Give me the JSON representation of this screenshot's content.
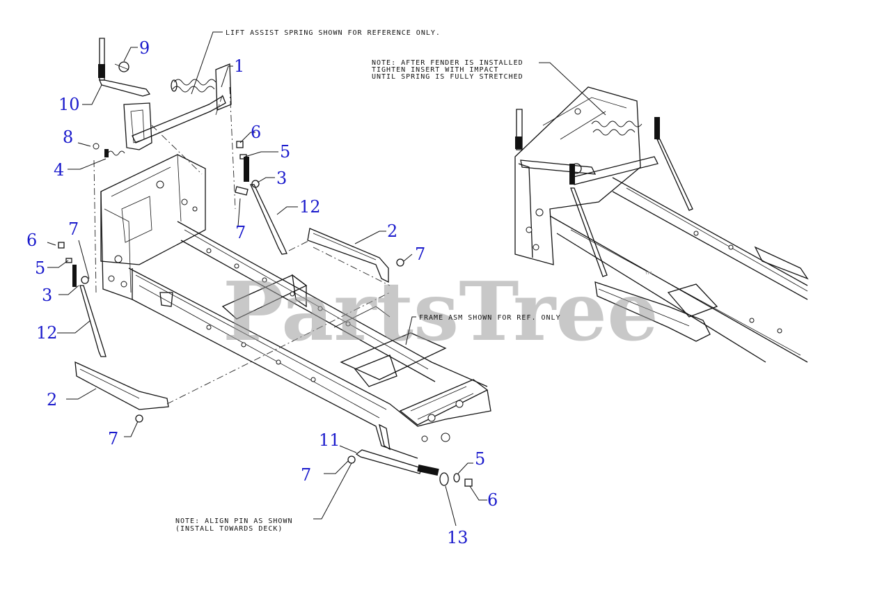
{
  "watermark": {
    "text": "PartsTree",
    "trademark": "™"
  },
  "notes": {
    "lift_assist": "LIFT ASSIST SPRING SHOWN FOR REFERENCE ONLY.",
    "fender_line1": "NOTE: AFTER FENDER IS INSTALLED",
    "fender_line2": "TIGHTEN INSERT WITH IMPACT",
    "fender_line3": "UNTIL SPRING IS FULLY STRETCHED",
    "frame": "FRAME ASM SHOWN FOR REF. ONLY",
    "align_line1": "NOTE: ALIGN PIN AS SHOWN",
    "align_line2": "(INSTALL TOWARDS DECK)"
  },
  "callouts": {
    "c1": "1",
    "c2a": "2",
    "c2b": "2",
    "c3a": "3",
    "c3b": "3",
    "c4": "4",
    "c5a": "5",
    "c5b": "5",
    "c5c": "5",
    "c6a": "6",
    "c6b": "6",
    "c6c": "6",
    "c7a": "7",
    "c7b": "7",
    "c7c": "7",
    "c7d": "7",
    "c7e": "7",
    "c8": "8",
    "c9": "9",
    "c10": "10",
    "c11": "11",
    "c12a": "12",
    "c12b": "12",
    "c13": "13"
  },
  "colors": {
    "callout": "#1a1acc",
    "line": "#111111",
    "watermark": "#9a9a9a"
  }
}
